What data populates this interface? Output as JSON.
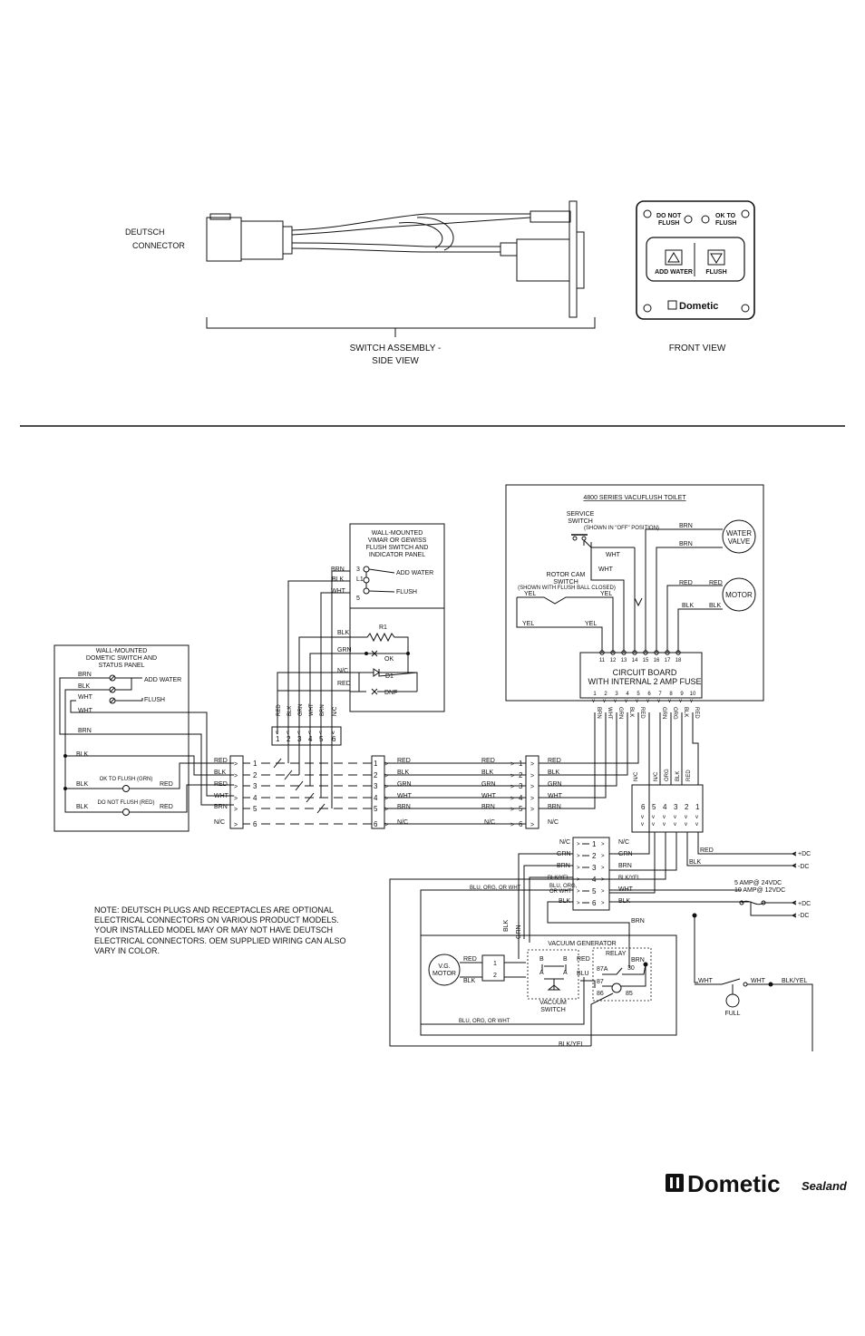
{
  "top": {
    "connector_label": [
      "DEUTSCH",
      "CONNECTOR"
    ],
    "side_view_caption": [
      "SWITCH ASSEMBLY -",
      "SIDE VIEW"
    ],
    "front_view_caption": "FRONT VIEW",
    "panel": {
      "do_not_flush": [
        "DO NOT",
        "FLUSH"
      ],
      "ok_to_flush": [
        "OK TO",
        "FLUSH"
      ],
      "add_water": "ADD WATER",
      "flush": "FLUSH",
      "brand": "Dometic"
    }
  },
  "left_panel": {
    "title": [
      "WALL-MOUNTED",
      "DOMETIC SWITCH AND",
      "STATUS PANEL"
    ],
    "add_water": "ADD WATER",
    "flush": "FLUSH",
    "ok_to_flush": "OK TO FLUSH (GRN)",
    "do_not_flush": "DO NOT FLUSH  (RED)"
  },
  "mid_panel": {
    "title": [
      "WALL-MOUNTED",
      "VIMAR OR GEWISS",
      "FLUSH SWITCH AND",
      "INDICATOR PANEL"
    ],
    "add_water": "ADD WATER",
    "flush": "FLUSH",
    "r1": "R1",
    "ok": "OK",
    "d1": "D1",
    "dnf": "DNF",
    "l1": "L1"
  },
  "toilet": {
    "title": "4800 SERIES VACUFLUSH TOILET",
    "service_switch": [
      "SERVICE",
      "SWITCH"
    ],
    "service_note": "(SHOWN IN \"OFF\" POSITION)",
    "rotor_cam": [
      "ROTOR CAM",
      "SWITCH"
    ],
    "rotor_note": "(SHOWN WITH FLUSH BALL CLOSED)",
    "water_valve": [
      "WATER",
      "VALVE"
    ],
    "motor": "MOTOR",
    "circuit_board": [
      "CIRCUIT BOARD",
      "WITH INTERNAL 2 AMP FUSE"
    ],
    "top_pins": [
      "11",
      "12",
      "13",
      "14",
      "15",
      "16",
      "17",
      "18"
    ],
    "bottom_pins": [
      "1",
      "2",
      "3",
      "4",
      "5",
      "6",
      "7",
      "8",
      "9",
      "10"
    ],
    "bottom_wires": [
      "BRN",
      "WHT",
      "GRN",
      "BLK",
      "RED",
      "",
      "GRN",
      "ORG",
      "BLK",
      "RED"
    ]
  },
  "connector_wires": [
    "RED",
    "BLK",
    "GRN",
    "WHT",
    "BRN",
    "N/C"
  ],
  "connector_pins": [
    "1",
    "2",
    "3",
    "4",
    "5",
    "6"
  ],
  "wires": {
    "red": "RED",
    "blk": "BLK",
    "grn": "GRN",
    "wht": "WHT",
    "brn": "BRN",
    "nc": "N/C",
    "yel": "YEL",
    "org": "ORG",
    "blkyel": "BLK/YEL",
    "bluorgwht": "BLU, ORG, OR WHT",
    "bluorgwht2": [
      "BLU, ORG,",
      "OR WHT"
    ],
    "blu": "BLU"
  },
  "right_block": {
    "wires": [
      "N/C",
      "N/C",
      "ORG",
      "BLK",
      "RED"
    ],
    "pins": [
      "6",
      "5",
      "4",
      "3",
      "2",
      "1"
    ]
  },
  "power": {
    "pos_dc": "+DC",
    "neg_dc": "-DC",
    "fuse": [
      "5 AMP@ 24VDC",
      "10 AMP@ 12VDC"
    ],
    "full": "FULL"
  },
  "vacuum": {
    "title": "VACUUM GENERATOR",
    "vg_motor": [
      "V.G.",
      "MOTOR"
    ],
    "relay": "RELAY",
    "vacuum_switch": [
      "VACUUM",
      "SWITCH"
    ],
    "relay_pins": [
      "87A",
      "87",
      "86",
      "85",
      "30"
    ],
    "b": "B",
    "a": "A"
  },
  "note": [
    "NOTE:  DEUTSCH PLUGS AND RECEPTACLES ARE OPTIONAL",
    "ELECTRICAL CONNECTORS ON VARIOUS PRODUCT MODELS.",
    "YOUR INSTALLED MODEL MAY OR MAY NOT HAVE DEUTSCH",
    "ELECTRICAL CONNECTORS.  OEM SUPPLIED WIRING CAN ALSO",
    "VARY IN COLOR."
  ],
  "brand": {
    "name": "Dometic",
    "sub": "Sealand"
  }
}
